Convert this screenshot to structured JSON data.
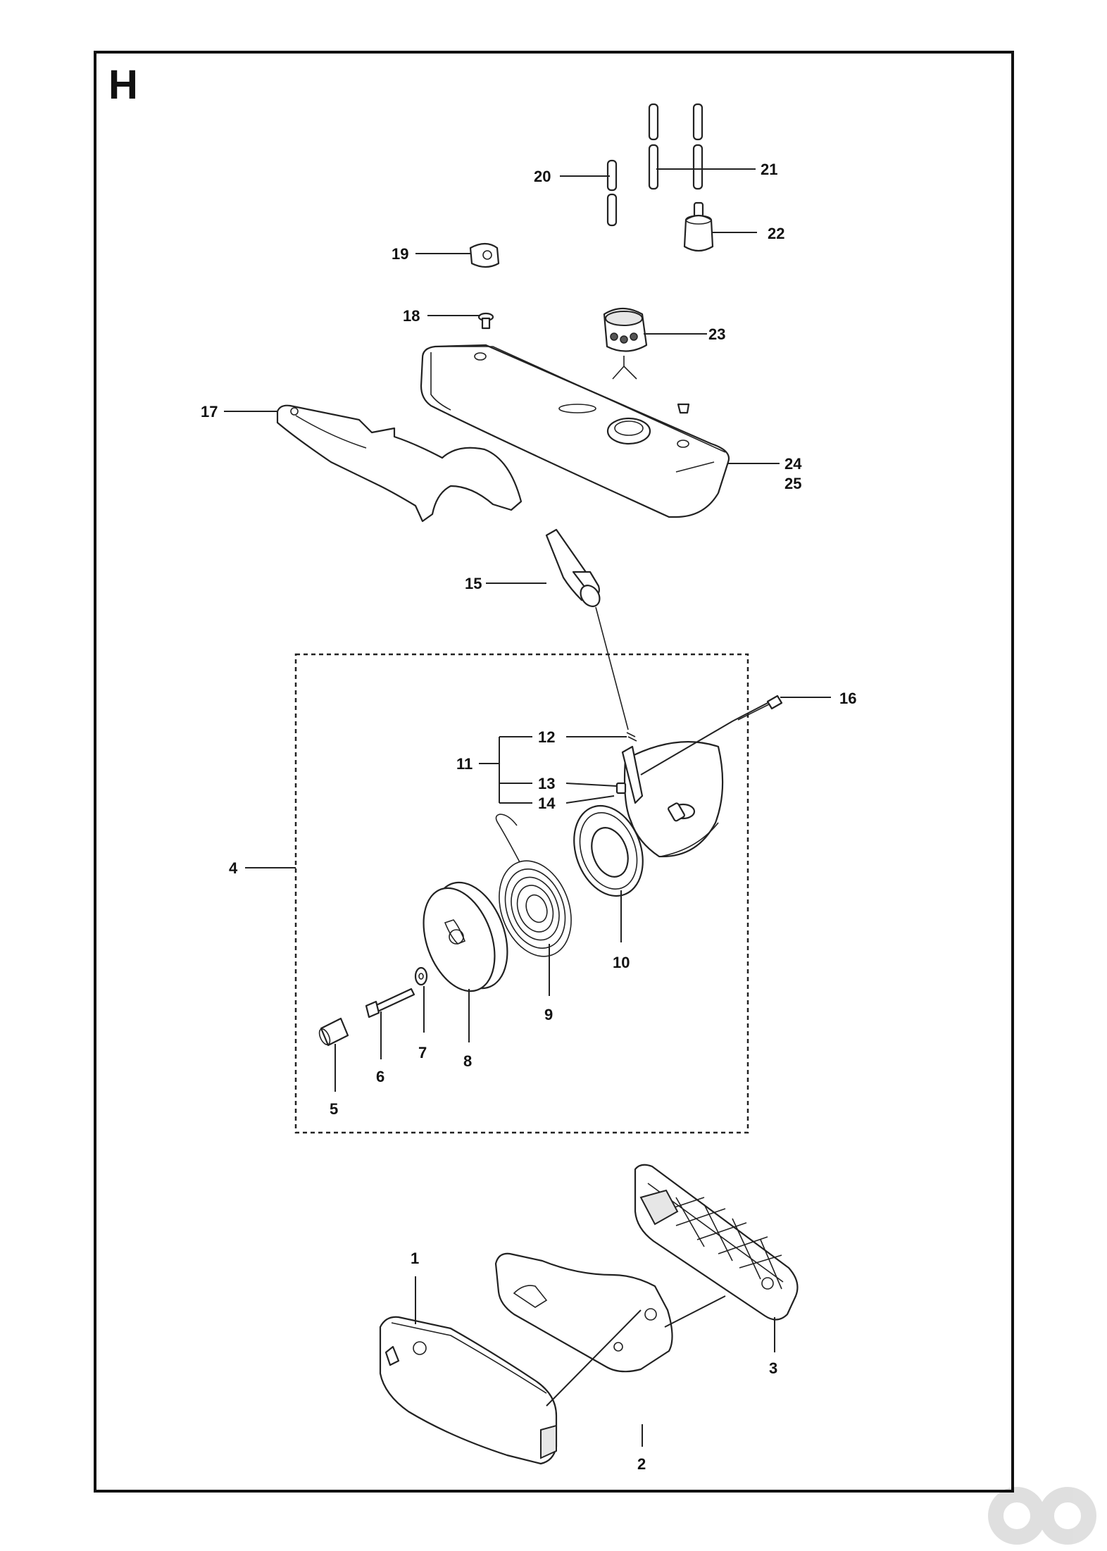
{
  "section": "H",
  "callouts": {
    "c1": "1",
    "c2": "2",
    "c3": "3",
    "c4": "4",
    "c5": "5",
    "c6": "6",
    "c7": "7",
    "c8": "8",
    "c9": "9",
    "c10": "10",
    "c11": "11",
    "c12": "12",
    "c13": "13",
    "c14": "14",
    "c15": "15",
    "c16": "16",
    "c17": "17",
    "c18": "18",
    "c19": "19",
    "c20": "20",
    "c21": "21",
    "c22": "22",
    "c23": "23",
    "c24": "24",
    "c25": "25"
  },
  "watermark": "ao"
}
